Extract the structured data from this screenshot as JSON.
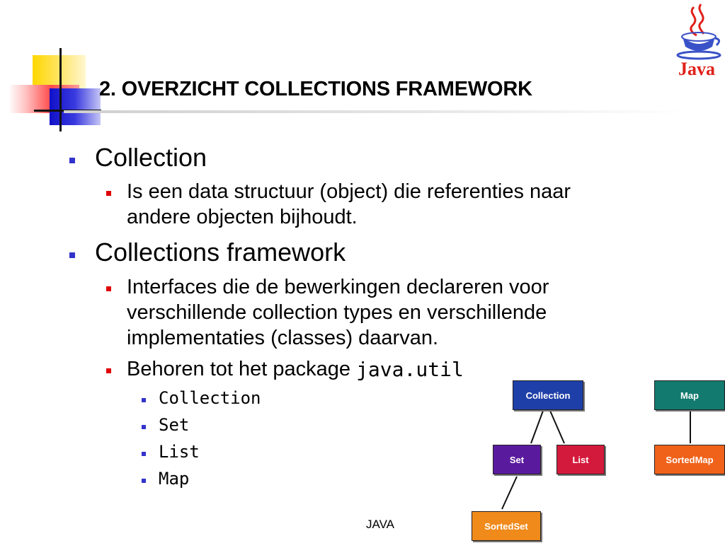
{
  "title": "2. OVERZICHT COLLECTIONS FRAMEWORK",
  "logo": {
    "text": "Java"
  },
  "bullets": {
    "b1": "Collection",
    "b1_sub1_line1": "Is een data structuur (object) die referenties naar",
    "b1_sub1_line2": "andere objecten bijhoudt.",
    "b2": "Collections framework",
    "b2_sub1_line1": "Interfaces die de bewerkingen declareren voor",
    "b2_sub1_line2": "verschillende collection types en verschillende",
    "b2_sub1_line3": "implementaties (classes) daarvan.",
    "b2_sub2_prefix": "Behoren tot het package ",
    "b2_sub2_code": "java.util",
    "level3": [
      "Collection",
      "Set",
      "List",
      "Map"
    ]
  },
  "diagram": {
    "nodes": {
      "collection": "Collection",
      "set": "Set",
      "list": "List",
      "sortedset": "SortedSet",
      "map": "Map",
      "sortedmap": "SortedMap"
    },
    "colors": {
      "collection": "#1f3fa8",
      "set": "#5a1a9e",
      "list": "#d41a3c",
      "sortedset": "#f08a1a",
      "map": "#127a6e",
      "sortedmap": "#f0621a"
    }
  },
  "footer": "JAVA"
}
